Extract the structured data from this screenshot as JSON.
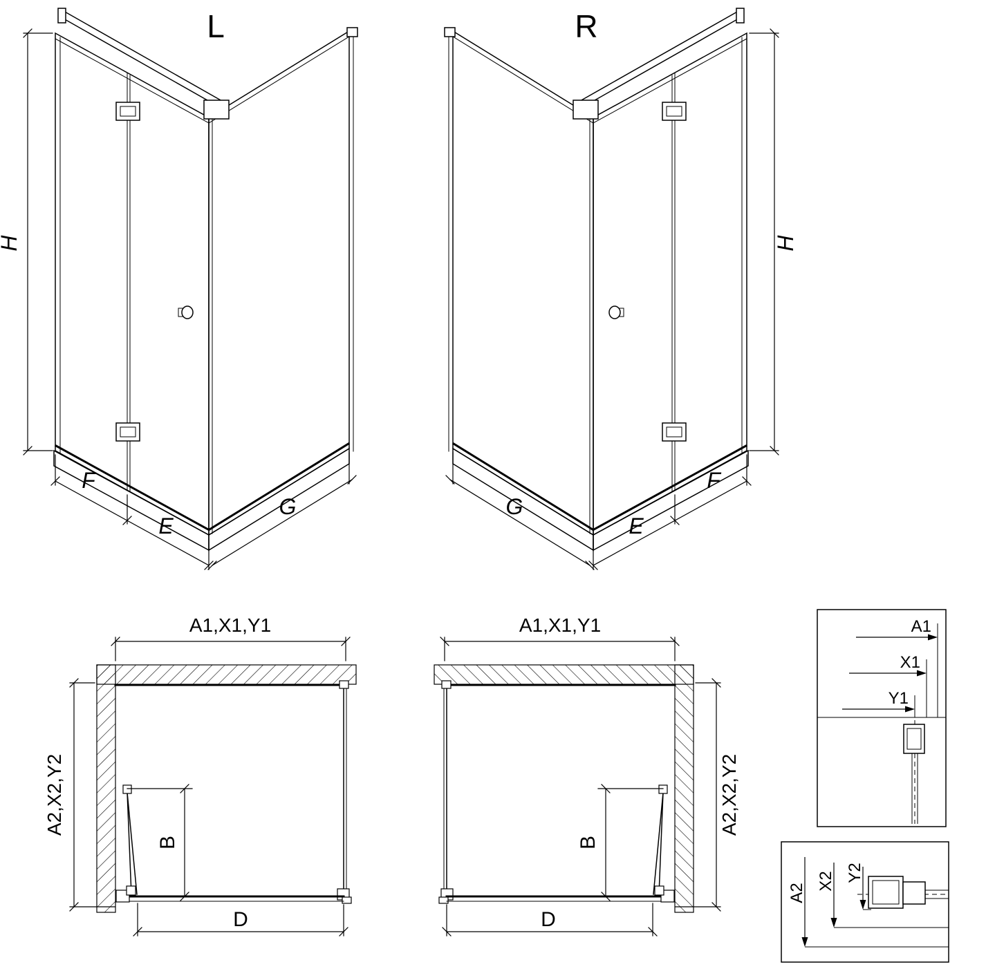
{
  "colors": {
    "line": "#000000",
    "background": "#ffffff"
  },
  "isometric_left": {
    "variant_label": "L",
    "height_label": "H",
    "fixed_section_label": "F",
    "door_section_label": "E",
    "side_panel_label": "G"
  },
  "isometric_right": {
    "variant_label": "R",
    "height_label": "H",
    "fixed_section_label": "F",
    "door_section_label": "E",
    "side_panel_label": "G"
  },
  "plan_left": {
    "width_dimension_label": "A1,X1,Y1",
    "depth_dimension_label": "A2,X2,Y2",
    "door_fold_label": "B",
    "clear_width_label": "D"
  },
  "plan_right": {
    "width_dimension_label": "A1,X1,Y1",
    "depth_dimension_label": "A2,X2,Y2",
    "door_fold_label": "B",
    "clear_width_label": "D"
  },
  "detail_top": {
    "a1_label": "A1",
    "x1_label": "X1",
    "y1_label": "Y1"
  },
  "detail_bottom": {
    "a2_label": "A2",
    "x2_label": "X2",
    "y2_label": "Y2"
  }
}
